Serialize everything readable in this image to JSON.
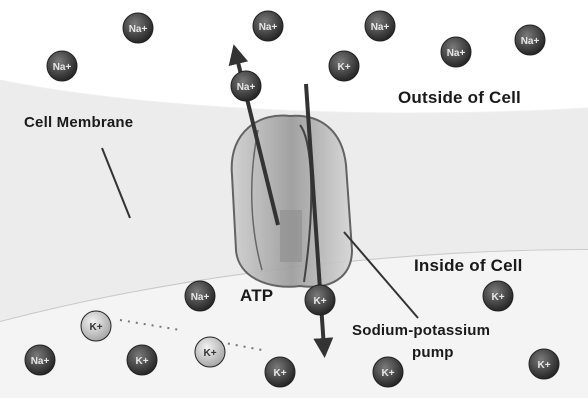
{
  "labels": {
    "outside": "Outside of Cell",
    "membrane": "Cell Membrane",
    "inside": "Inside of Cell",
    "atp": "ATP",
    "pump_line1": "Sodium-potassium",
    "pump_line2": "pump"
  },
  "ion_text": {
    "sodium": "Na+",
    "potassium": "K+"
  },
  "colors": {
    "ion_dark": "#3a3a3a",
    "ion_light": "#cfcfcf",
    "membrane": "#e6e6e6",
    "pump": "#b9b9b9"
  }
}
